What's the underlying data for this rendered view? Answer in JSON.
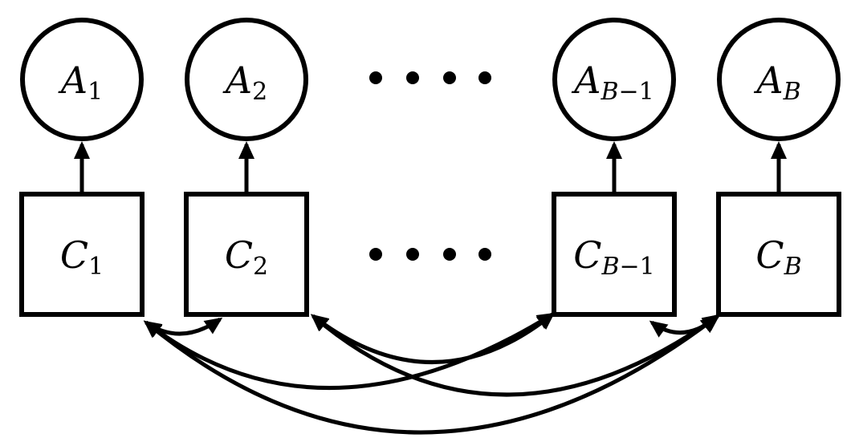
{
  "accent_color": "#000000",
  "nodes": {
    "A1": {
      "main": "A",
      "sub_parts": [
        {
          "t": "1",
          "i": false
        }
      ]
    },
    "A2": {
      "main": "A",
      "sub_parts": [
        {
          "t": "2",
          "i": false
        }
      ]
    },
    "ABm1": {
      "main": "A",
      "sub_parts": [
        {
          "t": "B",
          "i": true
        },
        {
          "t": "−1",
          "i": false
        }
      ]
    },
    "AB": {
      "main": "A",
      "sub_parts": [
        {
          "t": "B",
          "i": true
        }
      ]
    },
    "C1": {
      "main": "C",
      "sub_parts": [
        {
          "t": "1",
          "i": false
        }
      ]
    },
    "C2": {
      "main": "C",
      "sub_parts": [
        {
          "t": "2",
          "i": false
        }
      ]
    },
    "CBm1": {
      "main": "C",
      "sub_parts": [
        {
          "t": "B",
          "i": true
        },
        {
          "t": "−1",
          "i": false
        }
      ]
    },
    "CB": {
      "main": "C",
      "sub_parts": [
        {
          "t": "B",
          "i": true
        }
      ]
    }
  }
}
